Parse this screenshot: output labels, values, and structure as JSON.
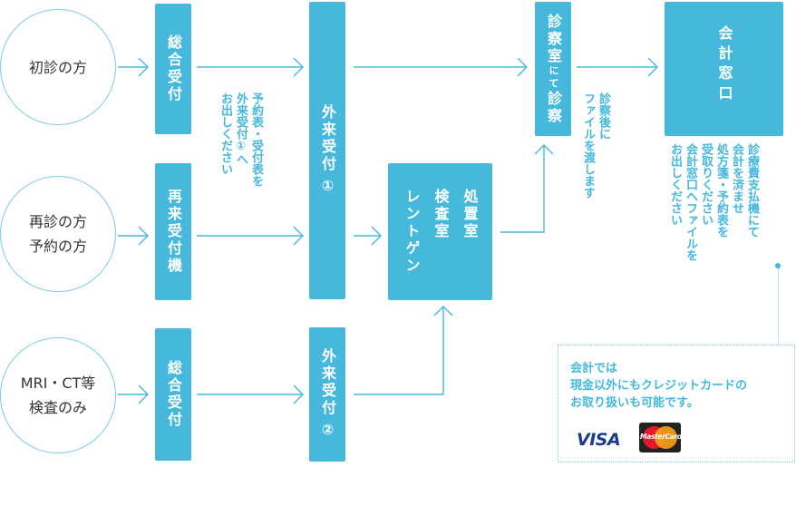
{
  "colors": {
    "accent": "#45b8dc",
    "circle_border": "#7ccbe0",
    "text": "#333333"
  },
  "patients": {
    "first_visit": [
      "初診の方"
    ],
    "revisit": [
      "再診の方",
      "予約の方"
    ],
    "exam_only": [
      "MRI・CT等",
      "検査のみ"
    ]
  },
  "reception": {
    "general_1": "総合受付",
    "revisit_machine": "再来受付機",
    "general_2": "総合受付"
  },
  "outpatient": {
    "reception_1": "外来受付",
    "reception_1_num": "①",
    "reception_2": "外来受付",
    "reception_2_num": "②"
  },
  "treatment": {
    "col1": "処置室",
    "col2": "検査室",
    "col3": "レントゲン"
  },
  "consultation": {
    "part1": "診察室",
    "part2": "にて",
    "part3": "診察"
  },
  "cashier": {
    "label": "会計窓口"
  },
  "notes": {
    "reservation_sheet": "予約表・受付表を\n外来受付①へ\nお出しください",
    "file_handover": "診察後に\nファイルを渡します",
    "cashier_instruction": "診療費支払機にて\n会計を済ませ\n処方箋・予約表を\n受取りください\n会計窓口へファイルを\nお出しください"
  },
  "payment_info": {
    "lines": [
      "会計では",
      "現金以外にもクレジットカードの",
      "お取り扱いも可能です。"
    ],
    "visa_logo": "VISA",
    "mastercard_logo": "MasterCard"
  }
}
